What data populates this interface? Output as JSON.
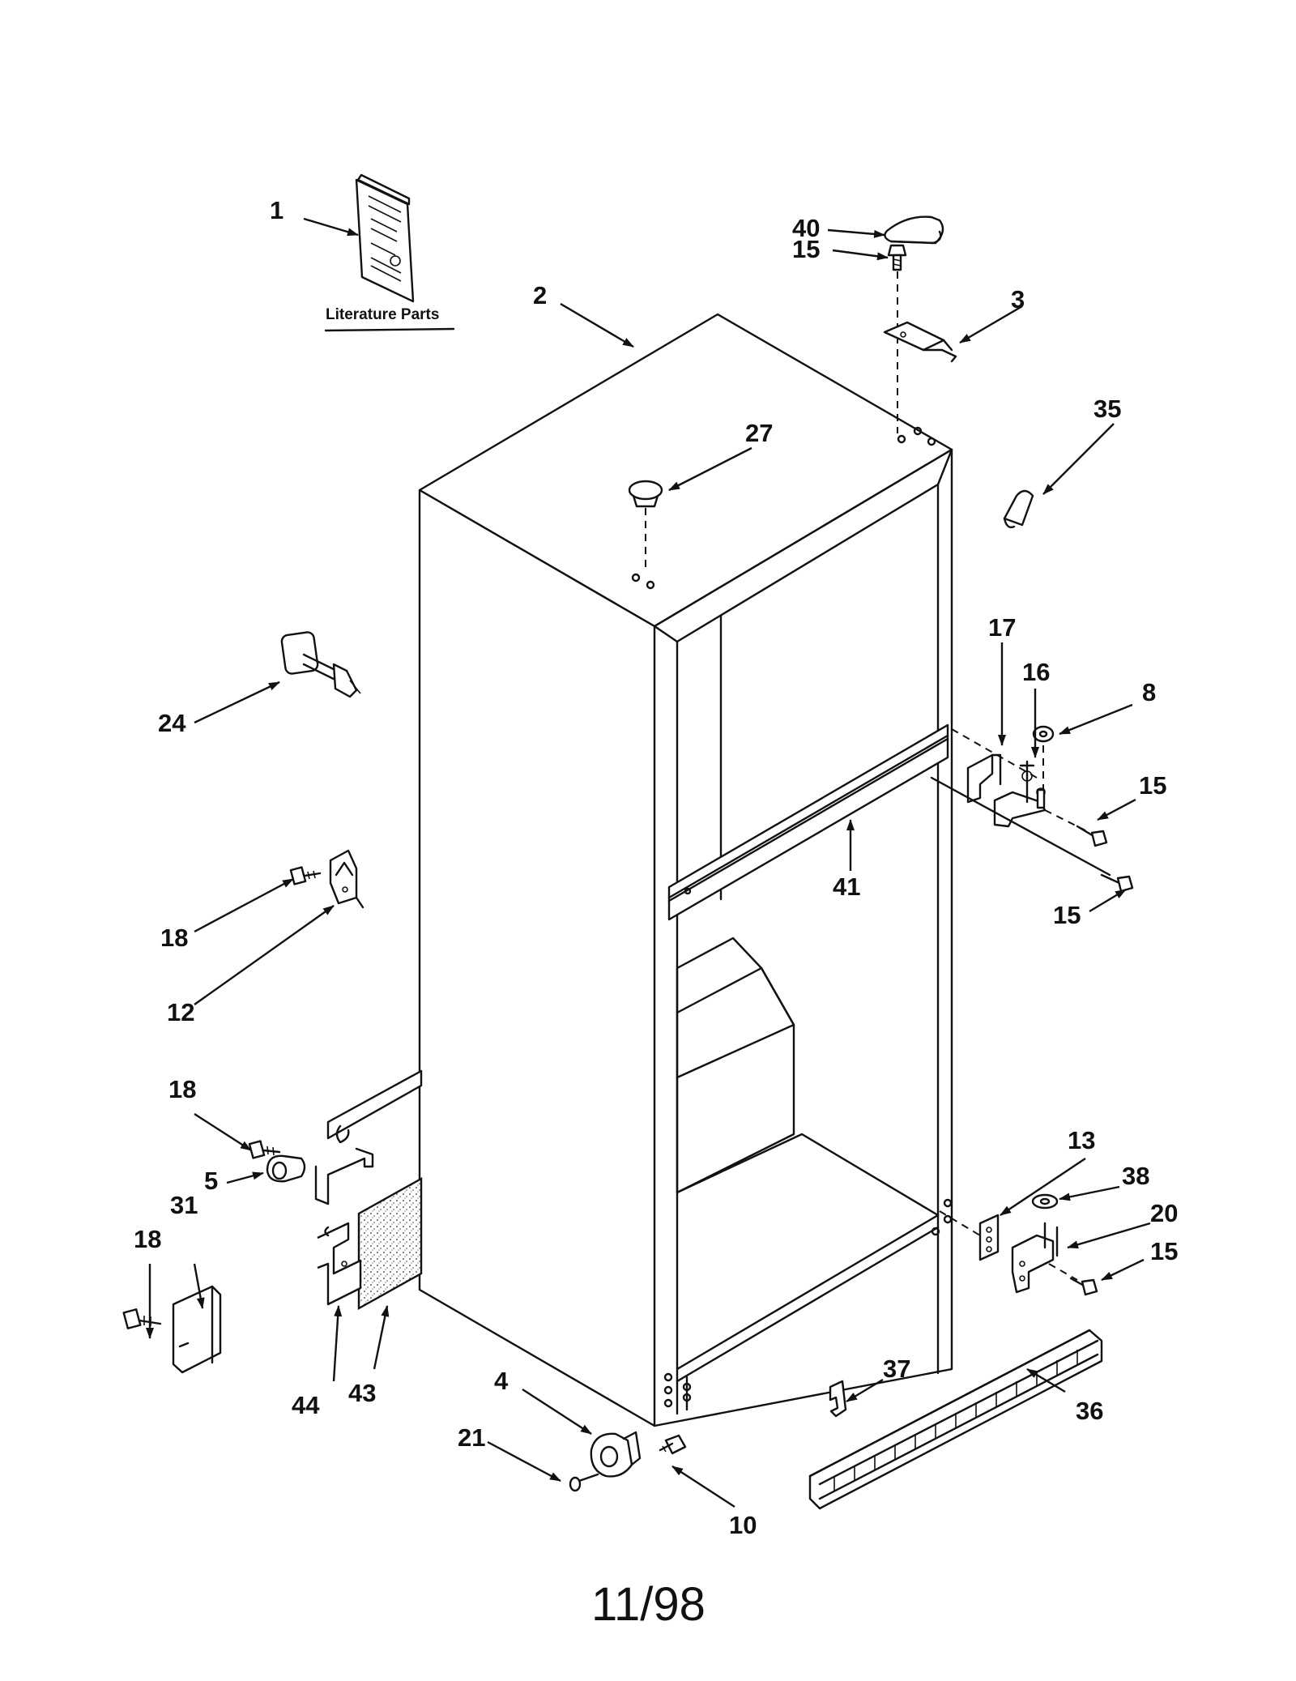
{
  "title_label": "Literature Parts",
  "date_code": "11/98",
  "callouts": {
    "c1": "1",
    "c2": "2",
    "c3": "3",
    "c4": "4",
    "c5": "5",
    "c8": "8",
    "c10": "10",
    "c12": "12",
    "c13": "13",
    "c15a": "15",
    "c15b": "15",
    "c15c": "15",
    "c15d": "15",
    "c16": "16",
    "c17": "17",
    "c18a": "18",
    "c18b": "18",
    "c18c": "18",
    "c20": "20",
    "c21": "21",
    "c24": "24",
    "c27": "27",
    "c31": "31",
    "c35": "35",
    "c36": "36",
    "c37": "37",
    "c38": "38",
    "c40": "40",
    "c41": "41",
    "c43": "43",
    "c44": "44"
  }
}
